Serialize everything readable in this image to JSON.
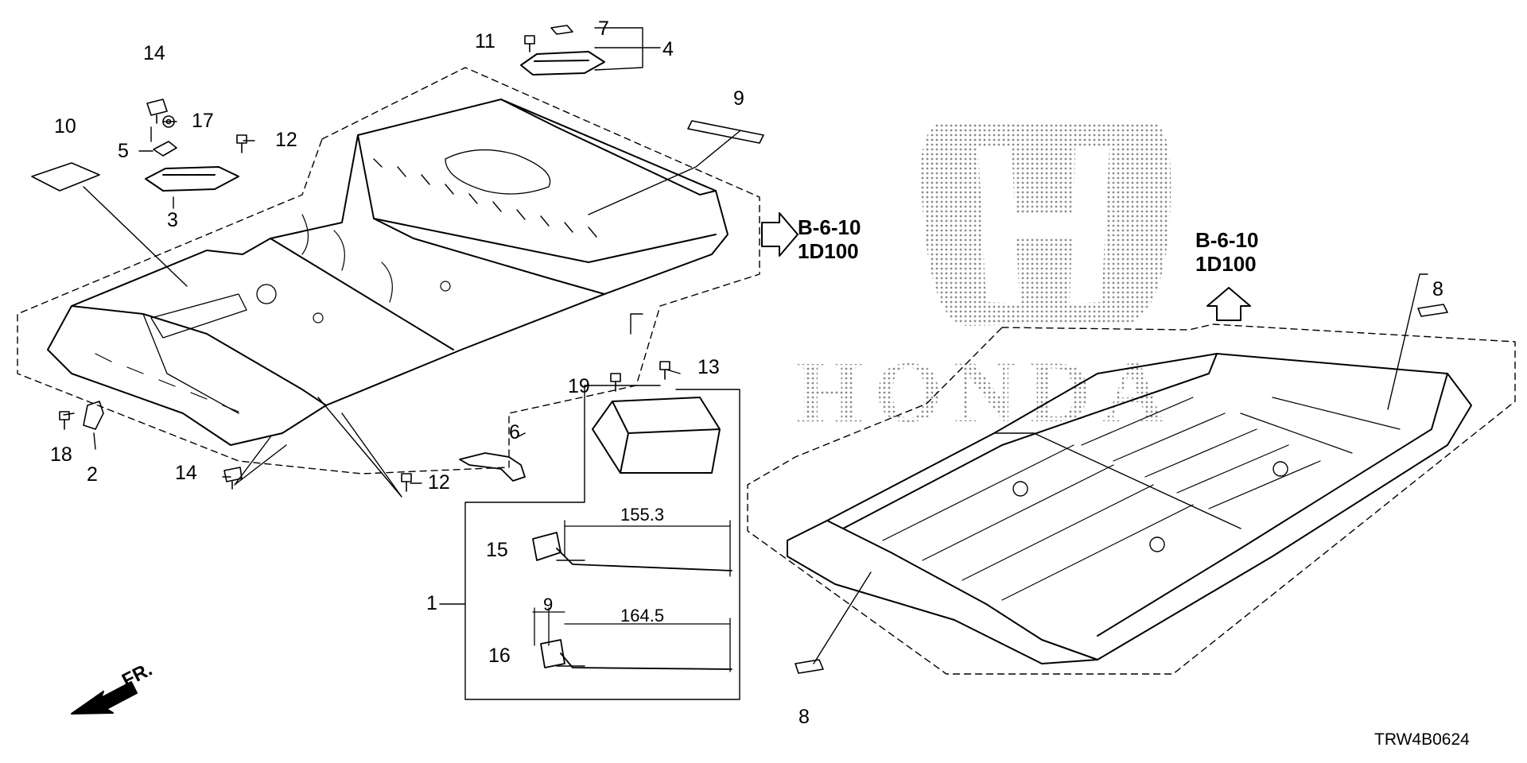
{
  "callouts": {
    "c1": "1",
    "c2": "2",
    "c3": "3",
    "c4": "4",
    "c5": "5",
    "c6": "6",
    "c7": "7",
    "c8a": "8",
    "c8b": "8",
    "c9": "9",
    "c10": "10",
    "c11": "11",
    "c12a": "12",
    "c12b": "12",
    "c13": "13",
    "c14a": "14",
    "c14b": "14",
    "c15": "15",
    "c16": "16",
    "c17": "17",
    "c18": "18",
    "c19": "19"
  },
  "references": {
    "ref_a_line1": "B-6-10",
    "ref_a_line2": "1D100",
    "ref_b_line1": "B-6-10",
    "ref_b_line2": "1D100"
  },
  "dimensions": {
    "d1": "155.3",
    "d2": "9",
    "d3": "164.5"
  },
  "front_indicator": "FR.",
  "diagram_code": "TRW4B0624",
  "watermark": {
    "logo": "H",
    "word": "HONDA"
  }
}
